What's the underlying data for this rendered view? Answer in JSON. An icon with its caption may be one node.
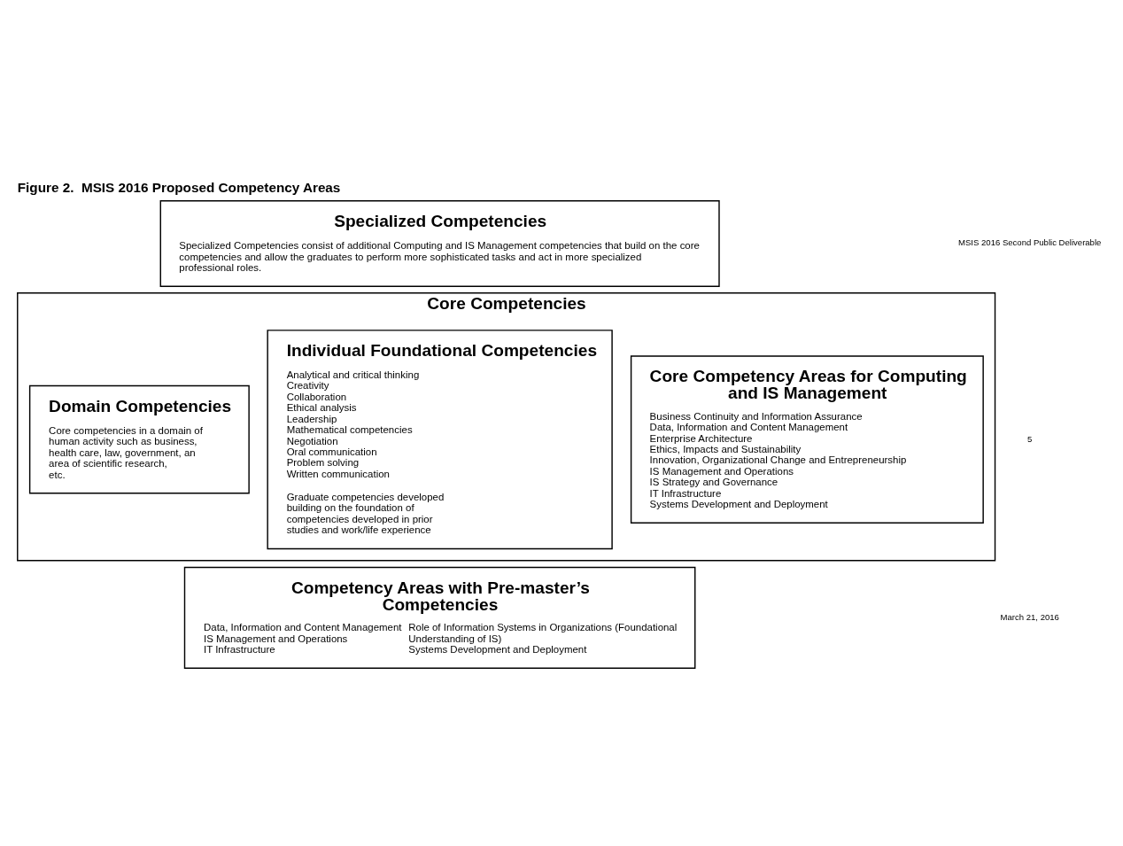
{
  "diagram": {
    "title": "Figure 2.  MSIS 2016 Proposed Competency Areas",
    "nodes": [
      {
        "text": [
          "Specialized Competencies",
          "Specialized Competencies consist of additional Computing and IS Management competencies that build on the core competencies and allow the graduates to perform more sophisticated tasks and act in more specialized professional roles."
        ]
      },
      {
        "text": [
          "Core Competencies"
        ]
      },
      {
        "text": [
          "Core Competency Areas for Computing and IS Management",
          "Business Continuity and Information Assurance",
          "Data, Information and Content Management",
          "Enterprise Architecture",
          "Ethics, Impacts and Sustainability",
          "Innovation, Organizational Change and Entrepreneurship",
          "IS Management and Operations",
          "IS Strategy and Governance",
          "IT Infrastructure",
          "Systems Development and Deployment"
        ],
        "in": 1
      },
      {
        "text": [
          "Individual Foundational Competencies",
          "Analytical and critical thinking",
          "Creativity",
          "Collaboration",
          "Ethical analysis",
          "Leadership",
          "Mathematical competencies",
          "Negotiation",
          "Oral communication",
          "Problem solving",
          "Written communication",
          "Graduate competencies developed building on the foundation of competencies developed in prior studies and work/life experience"
        ],
        "in": 1
      },
      {
        "text": [
          "Domain Competencies",
          "Core competencies in a domain of human activity such as business, health care, law, government, an area of scientific research, etc."
        ],
        "in": 1
      },
      {
        "text": [
          "Competency Areas with Pre-master’s Competencies",
          "Data, Information and Content Management",
          "IS Management and Operations",
          "IT Infrastructure",
          "Role of Information Systems in Organizations (Foundational Understanding of IS)",
          "Systems Development and Deployment"
        ]
      }
    ],
    "edges": [],
    "labels": [
      "MSIS 2016 Second Public Deliverable",
      "5",
      "March 21, 2016"
    ]
  }
}
